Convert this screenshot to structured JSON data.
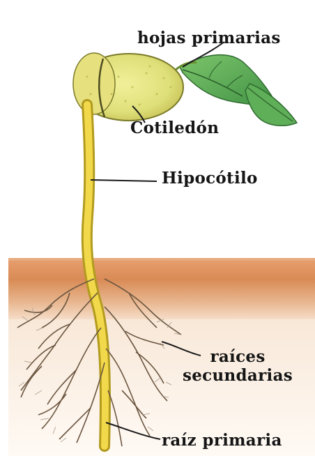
{
  "diagram": {
    "labels": {
      "hojas_primarias": "hojas primarias",
      "cotiledon": "Cotiledón",
      "hipocotilo": "Hipocótilo",
      "raices_line1": "raíces",
      "raices_line2": "secundarias",
      "raiz_primaria": "raíz primaria"
    }
  }
}
